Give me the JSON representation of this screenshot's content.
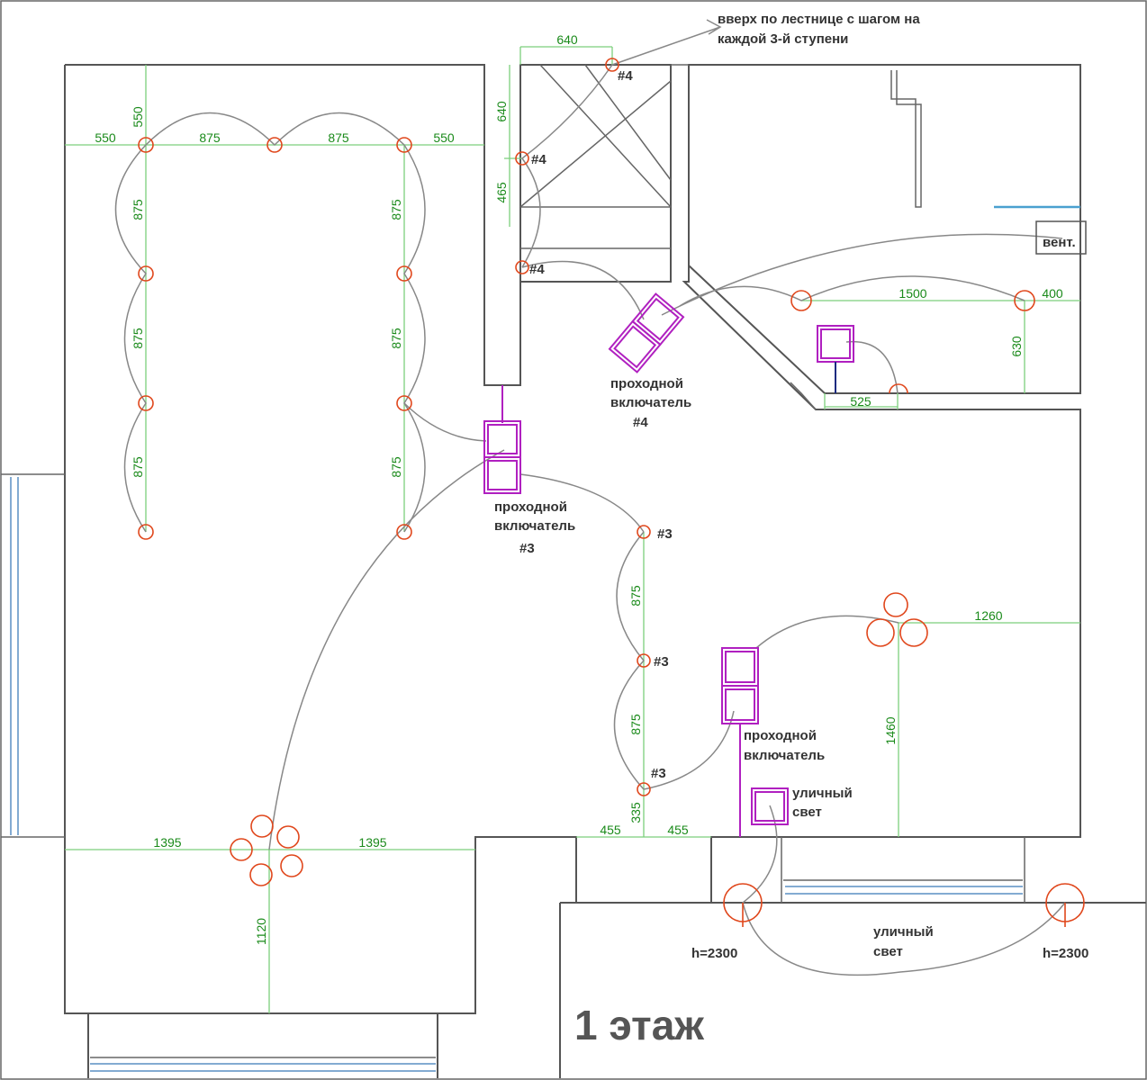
{
  "floor_title": "1 этаж",
  "annotations": {
    "stairs_note_line1": "вверх по лестнице с шагом на",
    "stairs_note_line2": "каждой 3-й ступени",
    "vent": "вент.",
    "switch4_line1": "проходной",
    "switch4_line2": "включатель",
    "switch4_id": "#4",
    "switch3_line1": "проходной",
    "switch3_line2": "включатель",
    "switch3_id": "#3",
    "switch_right_line1": "проходной",
    "switch_right_line2": "включатель",
    "street_switch_line1": "уличный",
    "street_switch_line2": "свет",
    "street_lamps_line1": "уличный",
    "street_lamps_line2": "свет",
    "height_left": "h=2300",
    "height_right": "h=2300"
  },
  "lamp_tags": {
    "stair_top": "#4",
    "stair_mid": "#4",
    "stair_low": "#4",
    "corridor_1": "#3",
    "corridor_2": "#3",
    "corridor_3": "#3"
  },
  "dimensions": {
    "left_room_top_vertical": "550",
    "left_room_left_horizontal": "550",
    "left_room_span_1": "875",
    "left_room_span_2": "875",
    "left_room_right_horizontal": "550",
    "left_col_v1": "875",
    "left_col_v2": "875",
    "left_col_v3": "875",
    "right_col_v1": "875",
    "right_col_v2": "875",
    "right_col_v3": "875",
    "stair_top_width": "640",
    "stair_v1": "640",
    "stair_v2": "465",
    "bath_horizontal": "1500",
    "bath_right": "400",
    "bath_vertical": "630",
    "bath_bottom": "525",
    "corridor_v1": "875",
    "corridor_v2": "875",
    "corridor_v3": "335",
    "corridor_left": "455",
    "corridor_right": "455",
    "chandelier_left": "1395",
    "chandelier_right": "1395",
    "chandelier_down": "1120",
    "right_chandelier_h": "1260",
    "right_chandelier_v": "1460"
  }
}
